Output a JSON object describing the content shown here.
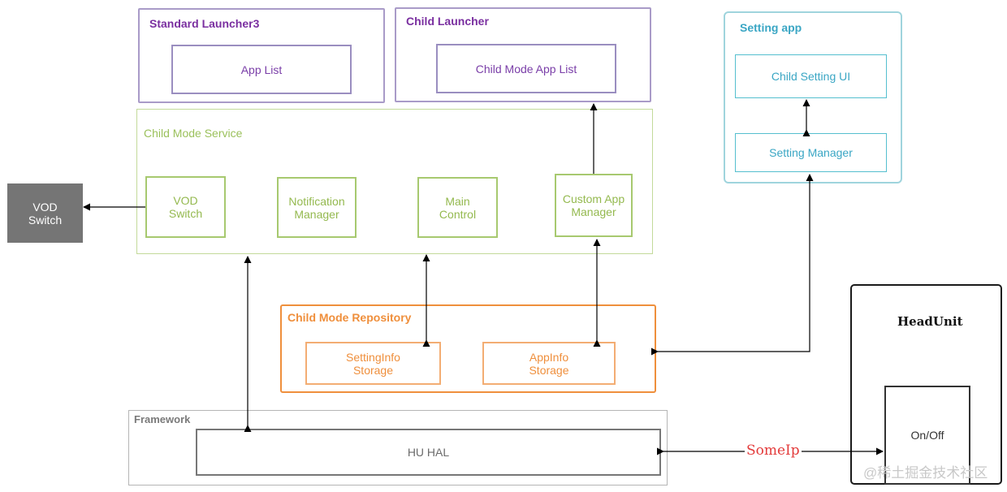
{
  "groups": {
    "standard_launcher": {
      "title": "Standard Launcher3",
      "app_list": "App List"
    },
    "child_launcher": {
      "title": "Child Launcher",
      "app_list": "Child Mode App List"
    },
    "setting_app": {
      "title": "Setting app",
      "ui": "Child Setting UI",
      "manager": "Setting Manager"
    },
    "child_mode_service": {
      "title": "Child Mode Service",
      "vod_switch": "VOD\nSwitch",
      "notification_manager": "Notification\nManager",
      "main_control": "Main\nControl",
      "custom_app_manager": "Custom App\nManager"
    },
    "child_mode_repository": {
      "title": "Child Mode Repository",
      "setting_info_storage": "SettingInfo\nStorage",
      "app_info_storage": "AppInfo\nStorage"
    },
    "framework": {
      "title": "Framework",
      "hu_hal": "HU HAL"
    },
    "head_unit": {
      "title": "HeadUnit",
      "on_off": "On/Off"
    }
  },
  "external": {
    "vod_switch": "VOD\nSwitch"
  },
  "connections": {
    "someip_label": "SomeIp"
  },
  "watermark": "@稀土掘金技术社区",
  "colors": {
    "purple": "#7a2fa0",
    "teal": "#3aa6c4",
    "green": "#94b94f",
    "orange": "#ef8f3c",
    "gray": "#777777",
    "red": "#e33a3a"
  }
}
